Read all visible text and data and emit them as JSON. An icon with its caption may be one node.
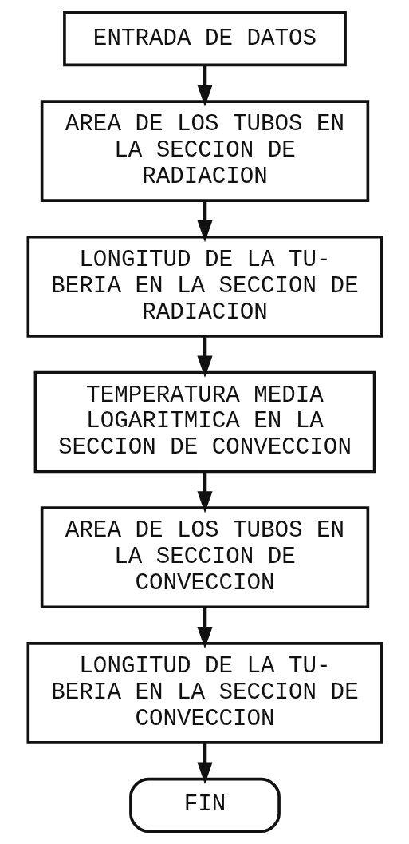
{
  "diagram": {
    "nodes": [
      {
        "text": [
          "ENTRADA DE DATOS"
        ]
      },
      {
        "text": [
          "AREA DE LOS TUBOS EN LA SECCION DE RADIACION"
        ]
      },
      {
        "text": [
          "LONGITUD DE LA TU- BERIA EN LA SECCION DE RADIACION"
        ]
      },
      {
        "text": [
          "TEMPERATURA MEDIA LOGARITMICA EN LA SECCION DE CONVECCION"
        ]
      },
      {
        "text": [
          "AREA DE LOS TUBOS EN LA SECCION DE CONVECCION"
        ]
      },
      {
        "text": [
          "LONGITUD DE LA TU- BERIA EN LA SECCION DE CONVECCION"
        ]
      },
      {
        "text": [
          "FIN"
        ]
      }
    ],
    "edges": [
      {
        "from": 0,
        "to": 1,
        "arrow": "to"
      },
      {
        "from": 1,
        "to": 2,
        "arrow": "to"
      },
      {
        "from": 2,
        "to": 3,
        "arrow": "to"
      },
      {
        "from": 3,
        "to": 4,
        "arrow": "to"
      },
      {
        "from": 4,
        "to": 5,
        "arrow": "to"
      },
      {
        "from": 5,
        "to": 6,
        "arrow": "to"
      }
    ]
  }
}
